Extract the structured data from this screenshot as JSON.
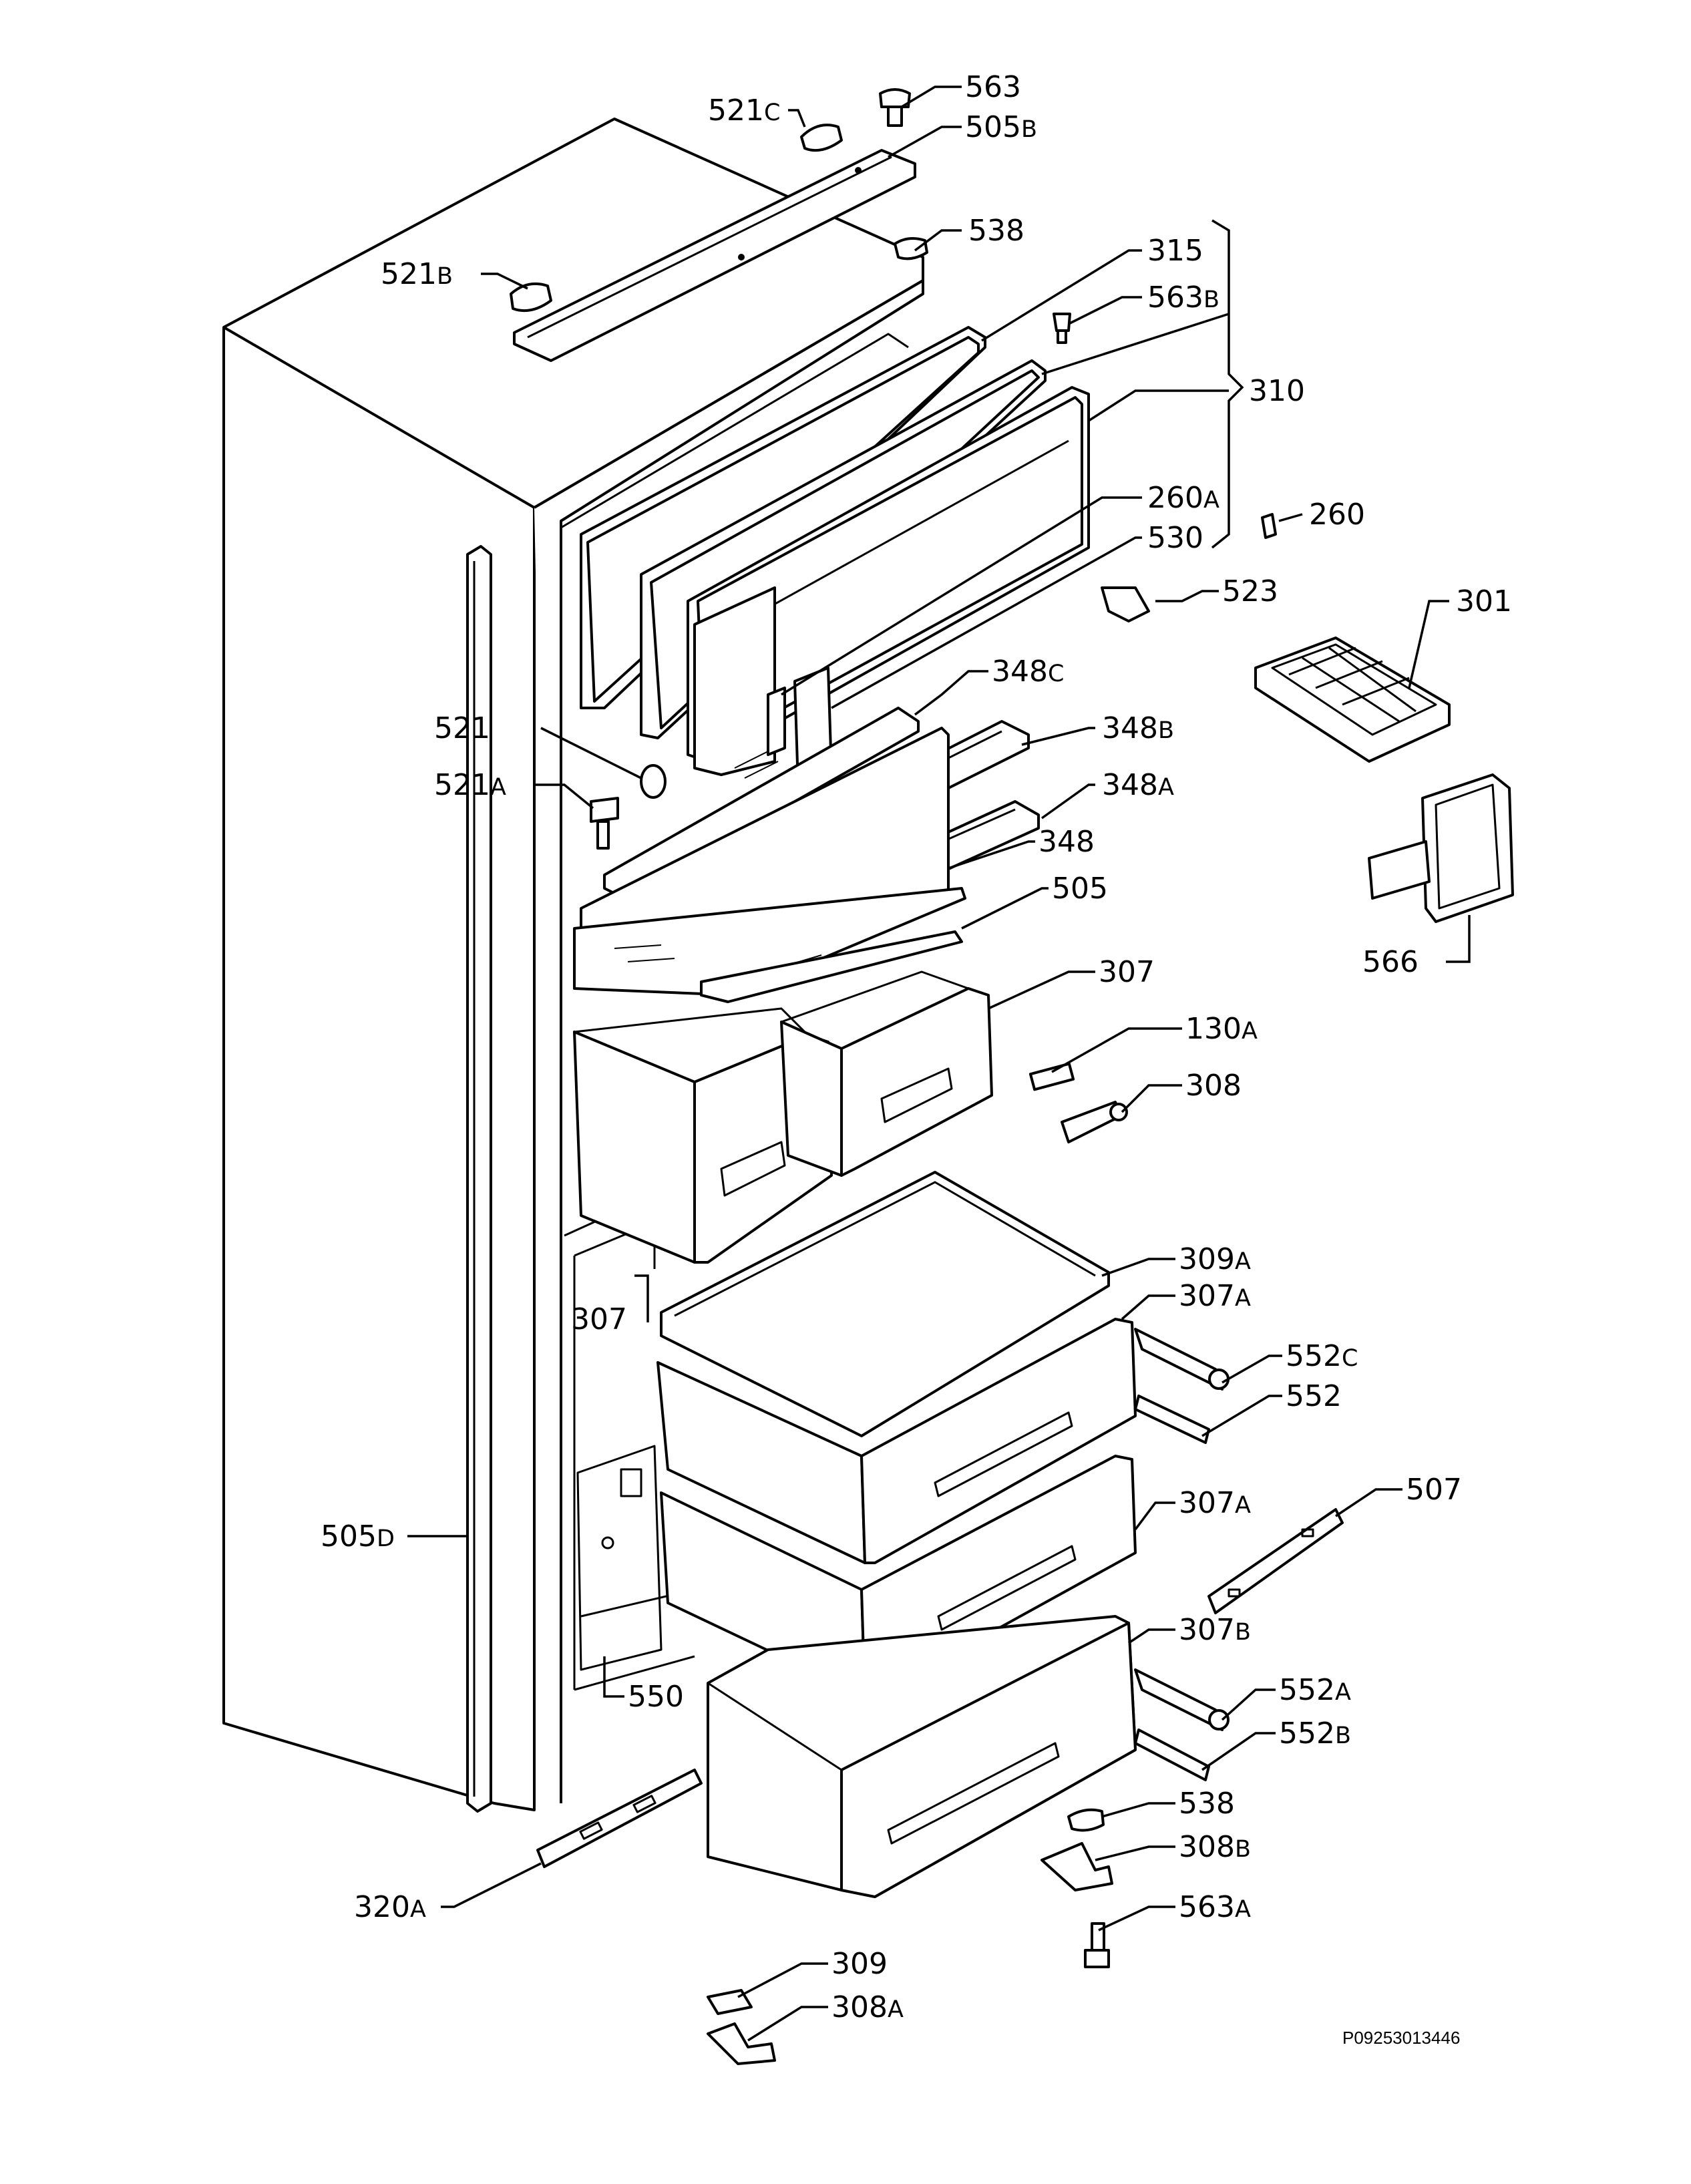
{
  "document_number": "P09253013446",
  "callouts": [
    {
      "id": "563",
      "text": "563",
      "suffix": ""
    },
    {
      "id": "521C",
      "text": "521",
      "suffix": "C"
    },
    {
      "id": "505B",
      "text": "505",
      "suffix": "B"
    },
    {
      "id": "538-top",
      "text": "538",
      "suffix": ""
    },
    {
      "id": "521B",
      "text": "521",
      "suffix": "B"
    },
    {
      "id": "315",
      "text": "315",
      "suffix": ""
    },
    {
      "id": "563B",
      "text": "563",
      "suffix": "B"
    },
    {
      "id": "310",
      "text": "310",
      "suffix": ""
    },
    {
      "id": "260A",
      "text": "260",
      "suffix": "A"
    },
    {
      "id": "260",
      "text": "260",
      "suffix": ""
    },
    {
      "id": "530",
      "text": "530",
      "suffix": ""
    },
    {
      "id": "523",
      "text": "523",
      "suffix": ""
    },
    {
      "id": "301",
      "text": "301",
      "suffix": ""
    },
    {
      "id": "348C",
      "text": "348",
      "suffix": "C"
    },
    {
      "id": "521",
      "text": "521",
      "suffix": ""
    },
    {
      "id": "348B",
      "text": "348",
      "suffix": "B"
    },
    {
      "id": "521A",
      "text": "521",
      "suffix": "A"
    },
    {
      "id": "348A",
      "text": "348",
      "suffix": "A"
    },
    {
      "id": "348",
      "text": "348",
      "suffix": ""
    },
    {
      "id": "505",
      "text": "505",
      "suffix": ""
    },
    {
      "id": "566",
      "text": "566",
      "suffix": ""
    },
    {
      "id": "307-upper",
      "text": "307",
      "suffix": ""
    },
    {
      "id": "130A",
      "text": "130",
      "suffix": "A"
    },
    {
      "id": "308",
      "text": "308",
      "suffix": ""
    },
    {
      "id": "309A",
      "text": "309",
      "suffix": "A"
    },
    {
      "id": "307-left",
      "text": "307",
      "suffix": ""
    },
    {
      "id": "307A-1",
      "text": "307",
      "suffix": "A"
    },
    {
      "id": "552C",
      "text": "552",
      "suffix": "C"
    },
    {
      "id": "552",
      "text": "552",
      "suffix": ""
    },
    {
      "id": "505D",
      "text": "505",
      "suffix": "D"
    },
    {
      "id": "307A-2",
      "text": "307",
      "suffix": "A"
    },
    {
      "id": "507",
      "text": "507",
      "suffix": ""
    },
    {
      "id": "307B",
      "text": "307",
      "suffix": "B"
    },
    {
      "id": "550",
      "text": "550",
      "suffix": ""
    },
    {
      "id": "552A",
      "text": "552",
      "suffix": "A"
    },
    {
      "id": "552B",
      "text": "552",
      "suffix": "B"
    },
    {
      "id": "538-bottom",
      "text": "538",
      "suffix": ""
    },
    {
      "id": "308B",
      "text": "308",
      "suffix": "B"
    },
    {
      "id": "320A",
      "text": "320",
      "suffix": "A"
    },
    {
      "id": "563A",
      "text": "563",
      "suffix": "A"
    },
    {
      "id": "309",
      "text": "309",
      "suffix": ""
    },
    {
      "id": "308A",
      "text": "308",
      "suffix": "A"
    }
  ]
}
